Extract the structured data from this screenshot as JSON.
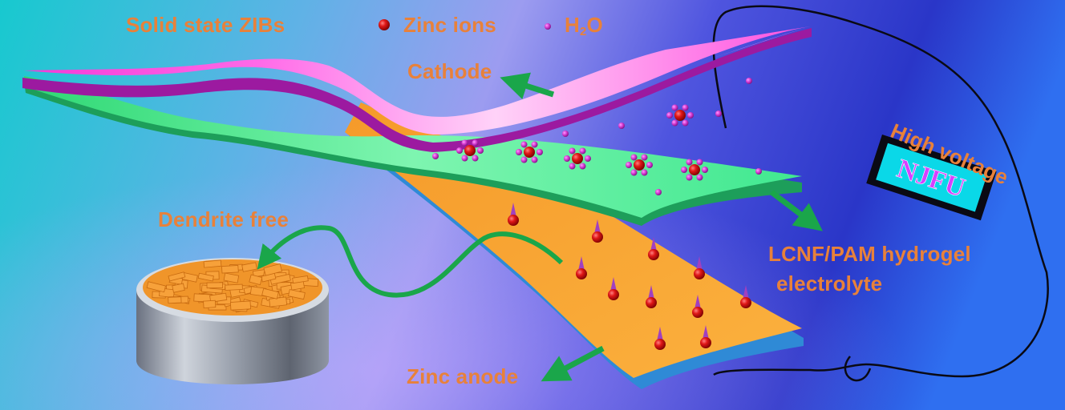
{
  "labels": {
    "title": "Solid state ZIBs",
    "zinc_ions": "Zinc ions",
    "water_prefix": "H",
    "water_sub": "2",
    "water_suffix": "O",
    "cathode": "Cathode",
    "high_voltage": "High voltage",
    "device_text": "NJFU",
    "dendrite_free": "Dendrite free",
    "electrolyte_line1": "LCNF/PAM hydrogel",
    "electrolyte_line2": "electrolyte",
    "zinc_anode": "Zinc anode"
  },
  "colors": {
    "label_orange": "#e8813a",
    "cathode_magenta": "#f03ce0",
    "electrolyte_green": "#3ee88a",
    "anode_orange": "#f6a12e",
    "zinc_ion_red": "#d0101a",
    "water_magenta": "#cc33cc",
    "arrow_green": "#1aa64a",
    "device_cyan": "#0ad8e8"
  }
}
